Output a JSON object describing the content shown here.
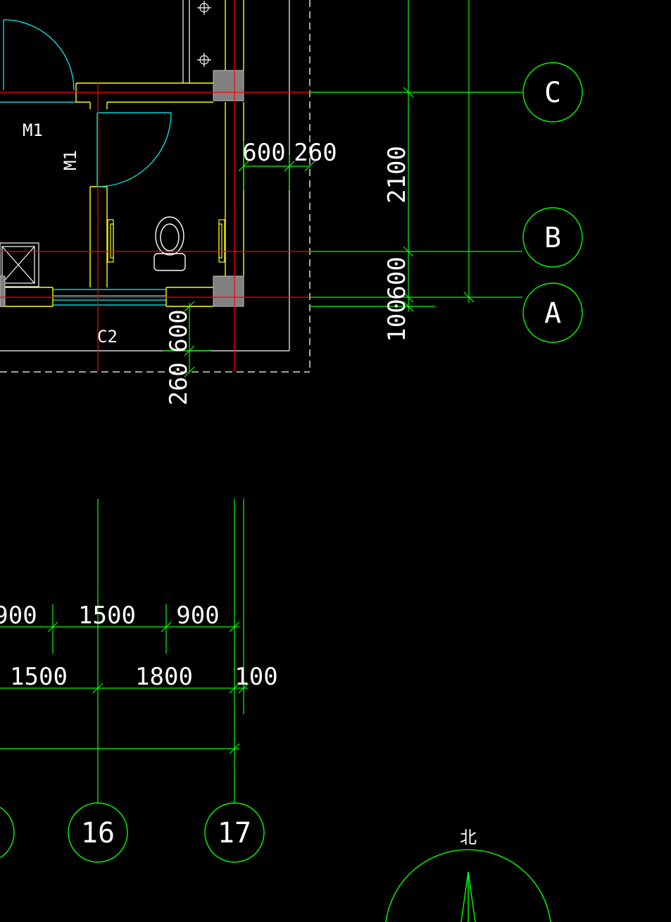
{
  "colors": {
    "background": "#000000",
    "axis": "#ff0000",
    "dimension": "#00ff00",
    "wall": "#ffff00",
    "window": "#00ffff",
    "door_swing": "#00ffff",
    "column_fill": "#808080",
    "fixture": "#ffffff",
    "outline": "#ffffff",
    "text": "#ffffff"
  },
  "grid_bubbles": {
    "rows": [
      "C",
      "B",
      "A"
    ],
    "columns": [
      "16",
      "17"
    ]
  },
  "labels": {
    "door_1": "M1",
    "door_2": "M1",
    "window": "C2",
    "north": "北"
  },
  "dimensions": {
    "right_offset_a": "600",
    "right_offset_b": "260",
    "bottom_offset_a": "600",
    "bottom_offset_b": "260",
    "row_bc": "2100",
    "row_ab_a": "600",
    "row_ab_b": "100",
    "top_row": [
      "900",
      "1500",
      "900"
    ],
    "second_row": [
      "1500",
      "1800",
      "100"
    ]
  }
}
